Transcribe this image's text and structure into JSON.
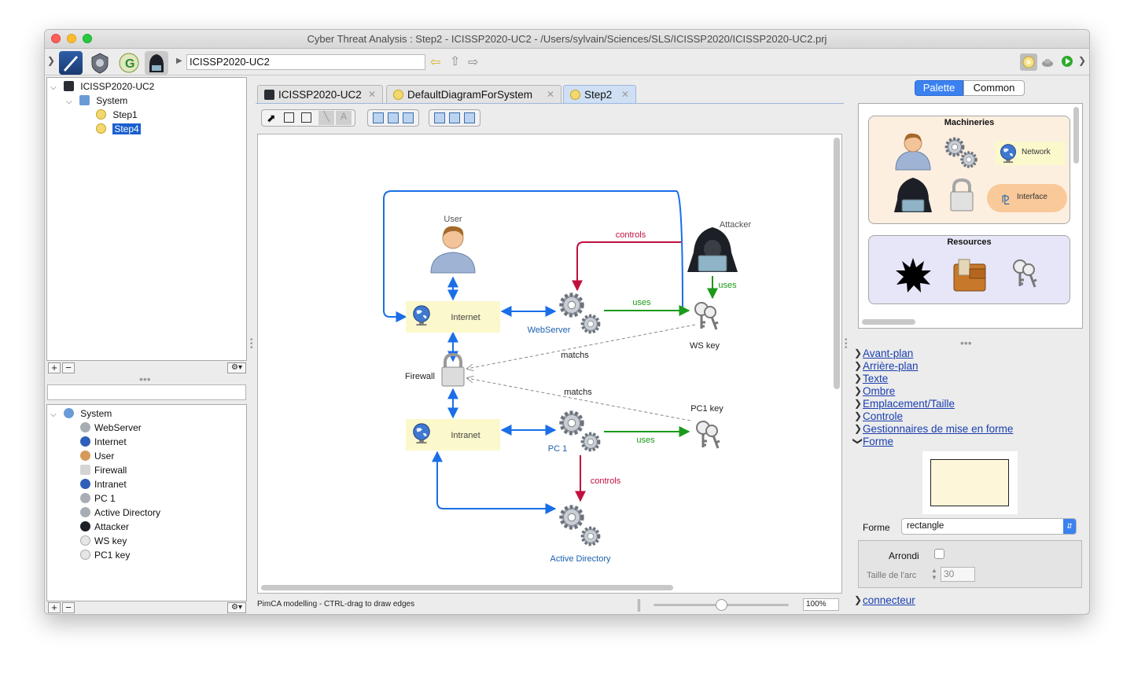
{
  "window": {
    "title": "Cyber Threat Analysis : Step2 - ICISSP2020-UC2 - /Users/sylvain/Sciences/SLS/ICISSP2020/ICISSP2020-UC2.prj"
  },
  "toolbar": {
    "path": "ICISSP2020-UC2"
  },
  "project_tree": {
    "root": "ICISSP2020-UC2",
    "system": "System",
    "steps": [
      "Step1",
      "Step4"
    ],
    "selected": "Step4"
  },
  "filter": {
    "value": ""
  },
  "element_tree": {
    "root": "System",
    "items": [
      {
        "label": "WebServer",
        "icon": "gears-icon"
      },
      {
        "label": "Internet",
        "icon": "globe-icon"
      },
      {
        "label": "User",
        "icon": "user-icon"
      },
      {
        "label": "Firewall",
        "icon": "lock-icon"
      },
      {
        "label": "Intranet",
        "icon": "globe-icon"
      },
      {
        "label": "PC 1",
        "icon": "gears-icon"
      },
      {
        "label": "Active Directory",
        "icon": "gears-icon"
      },
      {
        "label": "Attacker",
        "icon": "hacker-icon"
      },
      {
        "label": "WS key",
        "icon": "keys-icon"
      },
      {
        "label": "PC1 key",
        "icon": "keys-icon"
      }
    ]
  },
  "tabs": [
    {
      "label": "ICISSP2020-UC2",
      "active": false
    },
    {
      "label": "DefaultDiagramForSystem",
      "active": false
    },
    {
      "label": "Step2",
      "active": true
    }
  ],
  "diagram": {
    "nodes": {
      "user": "User",
      "attacker": "Attacker",
      "internet": "Internet",
      "webserver": "WebServer",
      "ws_key": "WS key",
      "firewall": "Firewall",
      "intranet": "Intranet",
      "pc1": "PC 1",
      "pc1_key": "PC1 key",
      "active_directory": "Active Directory"
    },
    "edges": {
      "controls_1": "controls",
      "uses_1": "uses",
      "uses_2": "uses",
      "matches_1": "matchs",
      "matches_2": "matchs",
      "uses_3": "uses",
      "controls_2": "controls"
    },
    "colors": {
      "flow": "#1a6ee8",
      "controls": "#c01040",
      "uses": "#1a9a1a",
      "matches": "#888888",
      "node_fill": "#fbf8cc"
    }
  },
  "status": {
    "text": "PimCA modelling - CTRL-drag to draw edges",
    "zoom": "100%",
    "zoom_level": 0.5
  },
  "palette": {
    "tabs": [
      "Palette",
      "Common"
    ],
    "active_tab": "Palette",
    "group1": {
      "title": "Machineries",
      "network": "Network",
      "interface": "Interface"
    },
    "group2": {
      "title": "Resources"
    }
  },
  "properties": {
    "sections": [
      "Avant-plan",
      "Arrière-plan",
      "Texte",
      "Ombre",
      "Emplacement/Taille",
      "Controle",
      "Gestionnaires de mise en forme",
      "Forme"
    ],
    "forme_label": "Forme",
    "forme_value": "rectangle",
    "arrondi_label": "Arrondi",
    "arc_label": "Taille de l'arc",
    "arc_value": "30",
    "connecteur": "connecteur"
  }
}
